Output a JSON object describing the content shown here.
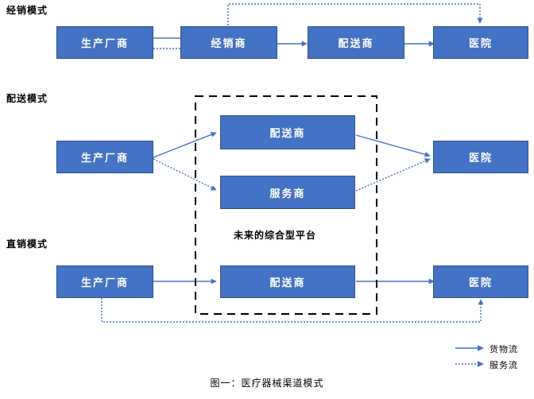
{
  "figure": {
    "caption": "图一：医疗器械渠道模式",
    "accent_color": "#4472C4",
    "box_border_color": "#2F528F",
    "arrow_color": "#4472C4",
    "dashed_container_color": "#000000",
    "background": "#FFFFFF"
  },
  "sections": [
    {
      "id": "distribution",
      "label": "经销模式"
    },
    {
      "id": "delivery",
      "label": "配送模式"
    },
    {
      "id": "direct",
      "label": "直销模式"
    }
  ],
  "platform": {
    "label": "未来的综合型平台"
  },
  "nodes": {
    "row1": [
      {
        "id": "r1-manufacturer",
        "label": "生产厂商"
      },
      {
        "id": "r1-distributor",
        "label": "经销商"
      },
      {
        "id": "r1-deliverer",
        "label": "配送商"
      },
      {
        "id": "r1-hospital",
        "label": "医院"
      }
    ],
    "row2": [
      {
        "id": "r2-manufacturer",
        "label": "生产厂商"
      },
      {
        "id": "r2-deliverer",
        "label": "配送商"
      },
      {
        "id": "r2-service",
        "label": "服务商"
      },
      {
        "id": "r2-hospital",
        "label": "医院"
      }
    ],
    "row3": [
      {
        "id": "r3-manufacturer",
        "label": "生产厂商"
      },
      {
        "id": "r3-deliverer",
        "label": "配送商"
      },
      {
        "id": "r3-hospital",
        "label": "医院"
      }
    ]
  },
  "legend": {
    "items": [
      {
        "id": "goods-flow",
        "label": "货物流",
        "style": "solid"
      },
      {
        "id": "service-flow",
        "label": "服务流",
        "style": "dotted"
      }
    ]
  },
  "chart_data": {
    "type": "diagram",
    "title": "图一：医疗器械渠道模式",
    "flows": [
      {
        "from": "生产厂商",
        "to": "经销商",
        "kind": "货物流",
        "row": "经销模式"
      },
      {
        "from": "生产厂商",
        "to": "经销商",
        "kind": "服务流",
        "row": "经销模式"
      },
      {
        "from": "经销商",
        "to": "配送商",
        "kind": "货物流",
        "row": "经销模式"
      },
      {
        "from": "配送商",
        "to": "医院",
        "kind": "货物流",
        "row": "经销模式"
      },
      {
        "from": "经销商",
        "to": "医院",
        "kind": "服务流",
        "row": "经销模式"
      },
      {
        "from": "生产厂商",
        "to": "配送商",
        "kind": "货物流",
        "row": "配送模式"
      },
      {
        "from": "生产厂商",
        "to": "服务商",
        "kind": "服务流",
        "row": "配送模式"
      },
      {
        "from": "配送商",
        "to": "医院",
        "kind": "货物流",
        "row": "配送模式"
      },
      {
        "from": "服务商",
        "to": "医院",
        "kind": "服务流",
        "row": "配送模式"
      },
      {
        "from": "生产厂商",
        "to": "配送商",
        "kind": "货物流",
        "row": "直销模式"
      },
      {
        "from": "配送商",
        "to": "医院",
        "kind": "货物流",
        "row": "直销模式"
      },
      {
        "from": "生产厂商",
        "to": "医院",
        "kind": "服务流",
        "row": "直销模式"
      }
    ]
  }
}
